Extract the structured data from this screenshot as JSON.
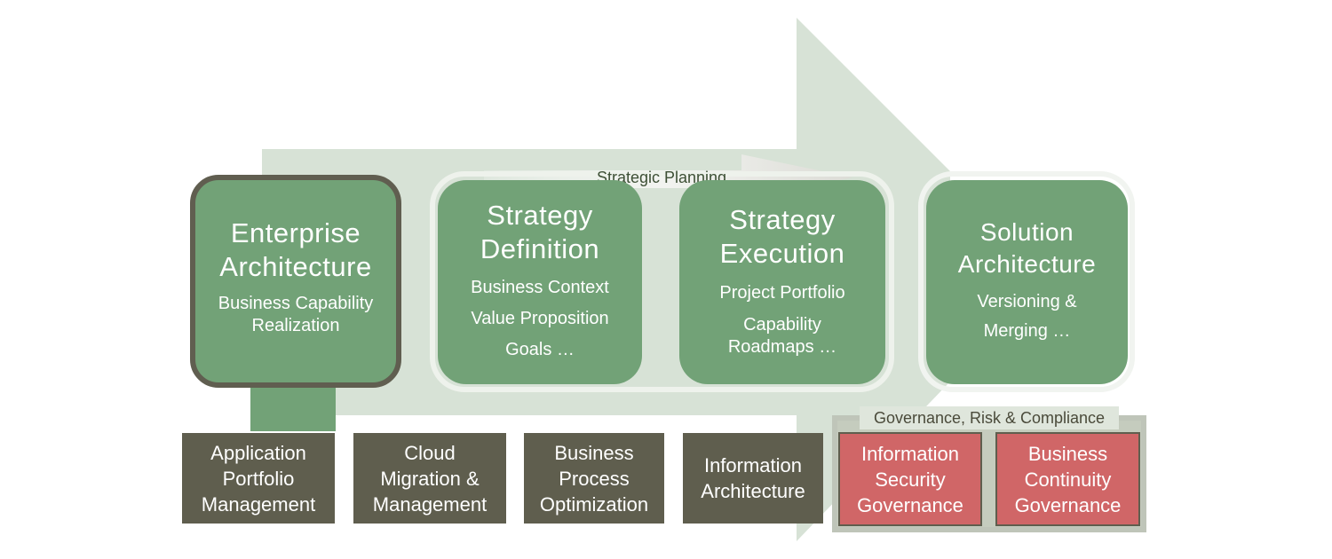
{
  "strategic_planning": "Strategic Planning",
  "boxes": [
    {
      "title_lines": [
        "Enterprise",
        "Architecture"
      ],
      "sub_lines": [
        "Business Capability",
        "Realization"
      ]
    },
    {
      "title_lines": [
        "Strategy",
        "Definition"
      ],
      "sub_lines": [
        "Business Context",
        "Value Proposition",
        "Goals …"
      ]
    },
    {
      "title_lines": [
        "Strategy",
        "Execution"
      ],
      "sub_lines": [
        "Project Portfolio",
        "Capability",
        "Roadmaps …"
      ]
    },
    {
      "title_lines": [
        "Solution",
        "Architecture"
      ],
      "sub_lines": [
        "Versioning &",
        "Merging …"
      ]
    }
  ],
  "disciplines": [
    {
      "lines": [
        "Application",
        "Portfolio",
        "Management"
      ]
    },
    {
      "lines": [
        "Cloud",
        "Migration &",
        "Management"
      ]
    },
    {
      "lines": [
        "Business",
        "Process",
        "Optimization"
      ]
    },
    {
      "lines": [
        "Information",
        "Architecture"
      ]
    }
  ],
  "grc": {
    "label": "Governance, Risk & Compliance",
    "items": [
      {
        "lines": [
          "Information",
          "Security",
          "Governance"
        ]
      },
      {
        "lines": [
          "Business",
          "Continuity",
          "Governance"
        ]
      }
    ]
  },
  "colors": {
    "arrow": "#d7e2d6",
    "box_green": "#72a277",
    "box_dark": "#5f5e4e",
    "box_red": "#d06667",
    "ea_border": "#605e50"
  }
}
